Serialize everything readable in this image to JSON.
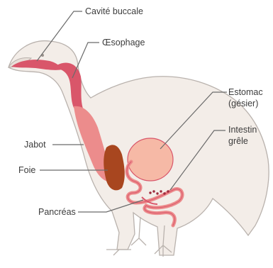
{
  "labels": {
    "cavite_buccale": "Cavité buccale",
    "oesophage": "Œsophage",
    "estomac_line1": "Estomac",
    "estomac_line2": "(gésier)",
    "intestin_line1": "Intestin",
    "intestin_line2": "grêle",
    "jabot": "Jabot",
    "foie": "Foie",
    "pancreas": "Pancréas"
  },
  "colors": {
    "body_fill": "#f3ede8",
    "body_outline": "#b9b2ad",
    "digestive_dark": "#d9566a",
    "digestive_mid": "#ec8c8c",
    "digestive_light": "#f6b9a6",
    "liver": "#a8461f",
    "intestine_dots": "#9c2a3c"
  }
}
